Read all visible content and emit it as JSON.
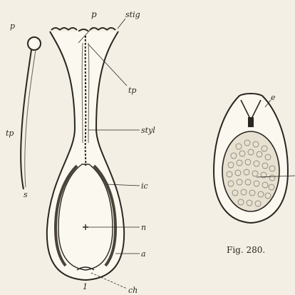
{
  "figure_left": {
    "labels": {
      "p": "p",
      "stig": "stig",
      "tp": "tp",
      "styl": "styl",
      "ic": "ic",
      "n": "n",
      "a": "a",
      "ch": "ch",
      "one": "1",
      "pollen_p": "p",
      "pollen_tube": "tp",
      "s": "s"
    }
  },
  "figure_right": {
    "labels": {
      "e": "e"
    },
    "caption": "Fig. 280."
  }
}
